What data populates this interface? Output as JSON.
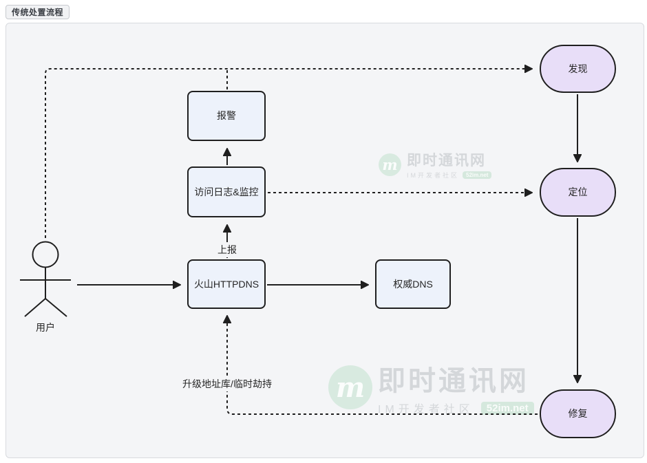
{
  "page": {
    "title_badge": "传统处置流程"
  },
  "diagram": {
    "type": "flowchart",
    "colors": {
      "edge": "#1f1f1f",
      "rect_fill": "#edf2fb",
      "stadium_fill": "#e8def8",
      "panel_bg": "#f4f5f7",
      "panel_border": "#d8dade"
    },
    "nodes": [
      {
        "id": "user",
        "label": "用户",
        "shape": "actor"
      },
      {
        "id": "baojing",
        "label": "报警",
        "shape": "rect"
      },
      {
        "id": "log",
        "label": "访问日志&监控",
        "shape": "rect"
      },
      {
        "id": "httpdns",
        "label": "火山HTTPDNS",
        "shape": "rect"
      },
      {
        "id": "authdns",
        "label": "权威DNS",
        "shape": "rect"
      },
      {
        "id": "faxian",
        "label": "发现",
        "shape": "stadium"
      },
      {
        "id": "dingwei",
        "label": "定位",
        "shape": "stadium"
      },
      {
        "id": "xiufu",
        "label": "修复",
        "shape": "stadium"
      }
    ],
    "edges": [
      {
        "from": "user",
        "to": "faxian",
        "style": "dashed",
        "label": ""
      },
      {
        "from": "baojing",
        "to": "faxian",
        "style": "dashed",
        "label": ""
      },
      {
        "from": "log",
        "to": "dingwei",
        "style": "dashed",
        "label": ""
      },
      {
        "from": "faxian",
        "to": "dingwei",
        "style": "solid",
        "label": ""
      },
      {
        "from": "dingwei",
        "to": "xiufu",
        "style": "solid",
        "label": ""
      },
      {
        "from": "xiufu",
        "to": "httpdns",
        "style": "dashed",
        "label": "升级地址库/临时劫持"
      },
      {
        "from": "user",
        "to": "httpdns",
        "style": "solid",
        "label": ""
      },
      {
        "from": "httpdns",
        "to": "authdns",
        "style": "solid",
        "label": ""
      },
      {
        "from": "httpdns",
        "to": "log",
        "style": "solid",
        "label": "上报"
      },
      {
        "from": "log",
        "to": "baojing",
        "style": "solid",
        "label": ""
      }
    ],
    "edge_labels": {
      "shangbao": "上报",
      "upgrade": "升级地址库/临时劫持"
    }
  },
  "watermark": {
    "logo_letter": "m",
    "title": "即时通讯网",
    "subtitle": "IM开发者社区",
    "badge": "52im.net"
  }
}
